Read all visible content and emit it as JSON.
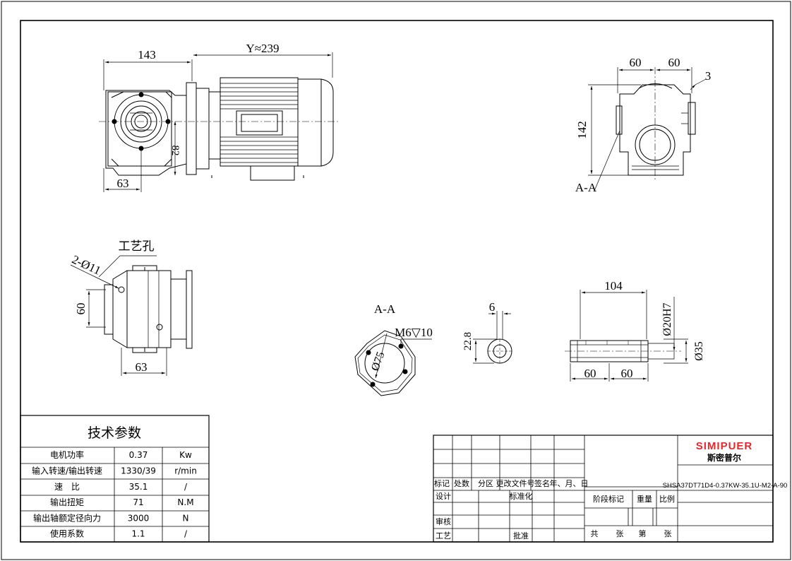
{
  "dims": {
    "d143": "143",
    "dY": "Y≈239",
    "d63_top": "63",
    "d82": "82",
    "d60_left": "60",
    "d60_right": "60",
    "d3": "3",
    "d142": "142",
    "section_mark": "A-A",
    "hole_note": "2-Ø11",
    "hole_label": "工艺孔",
    "d60_side": "60",
    "d63_bottom": "63",
    "section_title": "A-A",
    "thread": "M6▽10",
    "d75": "Ø75",
    "d6": "6",
    "d22_8": "22.8",
    "d104": "104",
    "d20h7": "Ø20H7",
    "d35": "Ø35",
    "d60_s1": "60",
    "d60_s2": "60"
  },
  "tech": {
    "title": "技术参数",
    "rows": [
      {
        "name": "电机功率",
        "value": "0.37",
        "unit": "Kw"
      },
      {
        "name": "输入转速/输出转速",
        "value": "1330/39",
        "unit": "r/min"
      },
      {
        "name": "速　比",
        "value": "35.1",
        "unit": "/"
      },
      {
        "name": "输出扭矩",
        "value": "71",
        "unit": "N.M"
      },
      {
        "name": "输出轴额定径向力",
        "value": "3000",
        "unit": "N"
      },
      {
        "name": "使用系数",
        "value": "1.1",
        "unit": "/"
      }
    ]
  },
  "title_block": {
    "brand": "SIMIPUER",
    "brand_cn": "斯密普尔",
    "drawing_no": "SHSA37DT71D4-0.37KW-35.1U-M2-A-90",
    "h_mark": "标记",
    "h_count": "处数",
    "h_zone": "分区",
    "h_doc": "更改文件号",
    "h_sign": "签名",
    "h_date": "年、月、日",
    "design": "设计",
    "standard": "标准化",
    "stage_mark": "阶段标记",
    "weight": "重量",
    "scale": "比例",
    "review": "审核",
    "process": "工艺",
    "approve": "批准",
    "total": "共",
    "sheets": "张",
    "sheet_no": "第",
    "sheets2": "张"
  },
  "colors": {
    "brand": "#e8262b",
    "line": "#000000"
  }
}
